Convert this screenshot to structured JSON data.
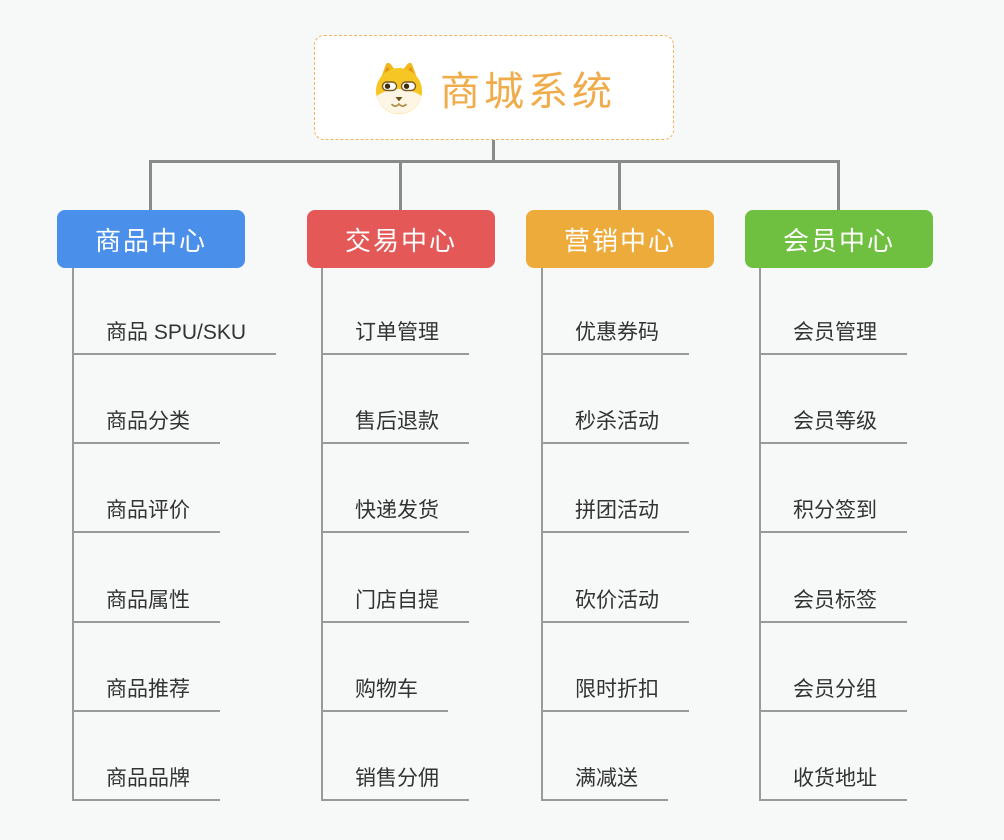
{
  "page": {
    "background": "#f7f8f8",
    "connector_color": "#8a8a8a",
    "leaf_line_color": "#9a9a9a",
    "leaf_text_color": "#333333"
  },
  "root": {
    "label": "商城系统",
    "icon": "dog-icon",
    "text_color": "#f0ac4a",
    "border_color": "#f0b45e",
    "background": "#ffffff"
  },
  "branches": [
    {
      "label": "商品中心",
      "color": "#4a8fe9",
      "items": [
        "商品 SPU/SKU",
        "商品分类",
        "商品评价",
        "商品属性",
        "商品推荐",
        "商品品牌"
      ]
    },
    {
      "label": "交易中心",
      "color": "#e45858",
      "items": [
        "订单管理",
        "售后退款",
        "快递发货",
        "门店自提",
        "购物车",
        "销售分佣"
      ]
    },
    {
      "label": "营销中心",
      "color": "#edab3c",
      "items": [
        "优惠券码",
        "秒杀活动",
        "拼团活动",
        "砍价活动",
        "限时折扣",
        "满减送"
      ]
    },
    {
      "label": "会员中心",
      "color": "#6fbf41",
      "items": [
        "会员管理",
        "会员等级",
        "积分签到",
        "会员标签",
        "会员分组",
        "收货地址"
      ]
    }
  ]
}
